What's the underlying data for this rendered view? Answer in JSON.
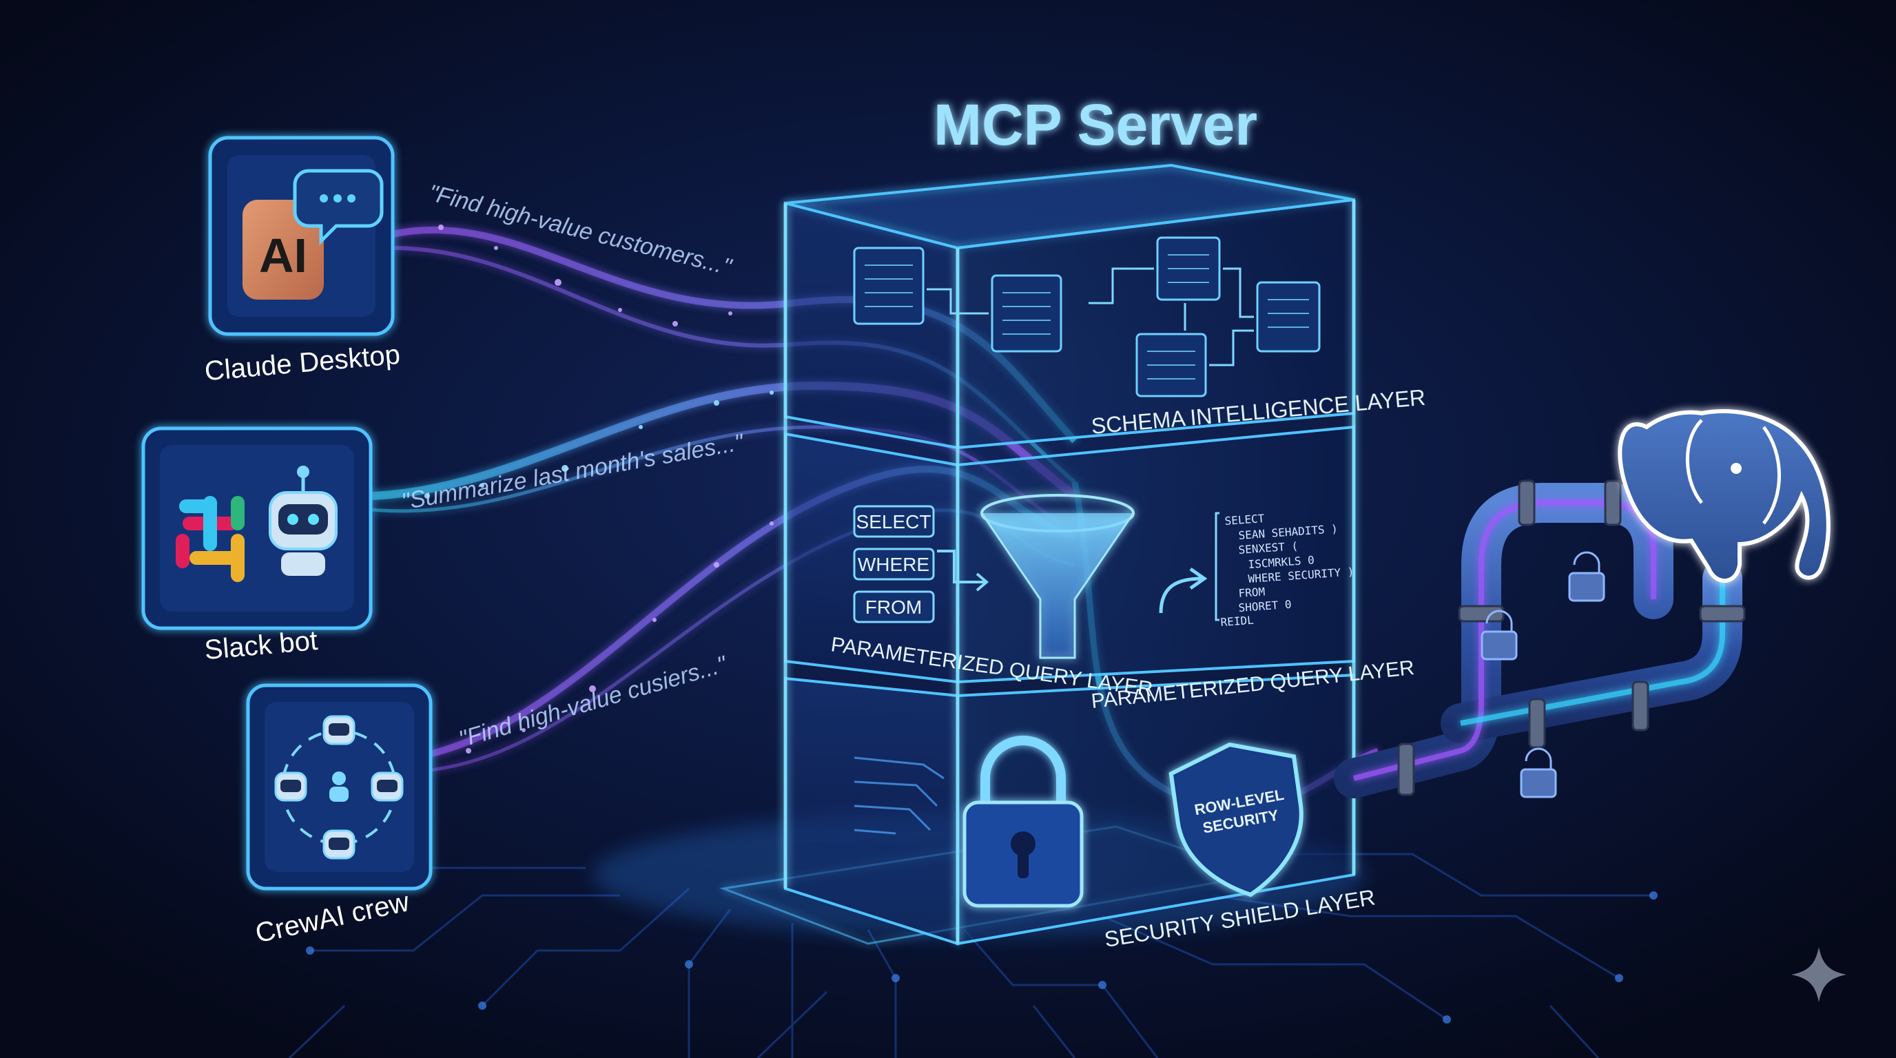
{
  "title": "MCP Server",
  "clients": [
    {
      "label": "Claude Desktop",
      "icon": "claude-ai-icon",
      "icon_text": "AI",
      "query": "\"Find high-value customers...\""
    },
    {
      "label": "Slack bot",
      "icon": "slack-robot-icon",
      "query": "\"Summarize last month's sales...\""
    },
    {
      "label": "CrewAI crew",
      "icon": "crew-agents-icon",
      "query": "\"Find high-value cusiers...\""
    }
  ],
  "layers": {
    "schema": {
      "label": "SCHEMA INTELLIGENCE LAYER"
    },
    "query": {
      "label_front": "PARAMETERIZED QUERY LAYER",
      "label_side": "PARAMETERIZED QUERY LAYER",
      "keywords": [
        "SELECT",
        "WHERE",
        "FROM"
      ],
      "sql_lines": [
        "SELECT",
        "SEAN SEHADITS )",
        "SENXEST (",
        "ISCMRKLS 0",
        "WHERE SECURITY )",
        "FROM",
        "SHORET 0",
        "REIDL"
      ]
    },
    "security": {
      "label": "SECURITY SHIELD LAYER",
      "badge": "ROW-LEVEL SECURITY",
      "badge_lines": [
        "ROW-LEVEL",
        "SECURITY"
      ]
    }
  },
  "database": {
    "icon": "postgresql-elephant-icon"
  },
  "colors": {
    "background": "#060b1f",
    "cube_edge": "#4fc3ff",
    "stream_purple": "#a259ff",
    "stream_cyan": "#38d6ff",
    "title": "#9fe2ff",
    "claude_orange": "#d9875f"
  }
}
